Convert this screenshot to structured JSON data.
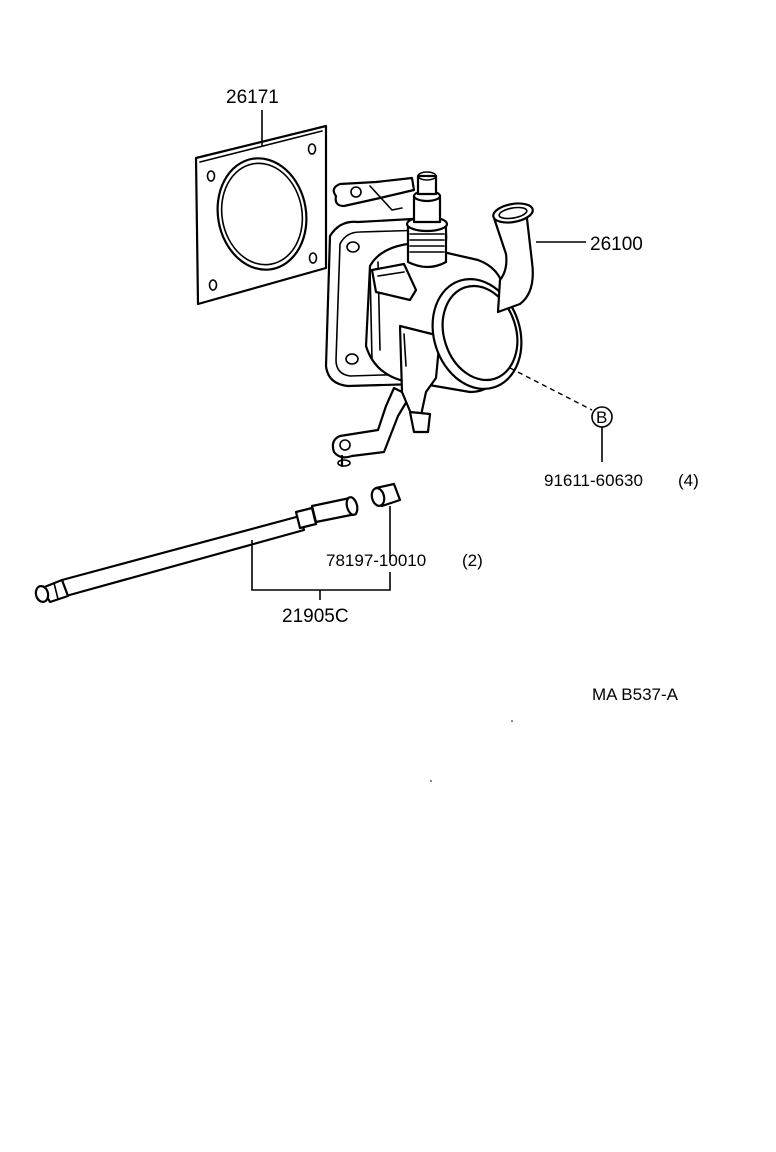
{
  "parts": {
    "gasket": {
      "number": "26171"
    },
    "throttle_body": {
      "number": "26100"
    },
    "screw": {
      "number": "91611-60630",
      "qty": "(4)",
      "callout": "B"
    },
    "cable_cap": {
      "number": "78197-10010",
      "qty": "(2)"
    },
    "cable_assy": {
      "number": "21905C"
    }
  },
  "drawing_code": "MA B537-A"
}
